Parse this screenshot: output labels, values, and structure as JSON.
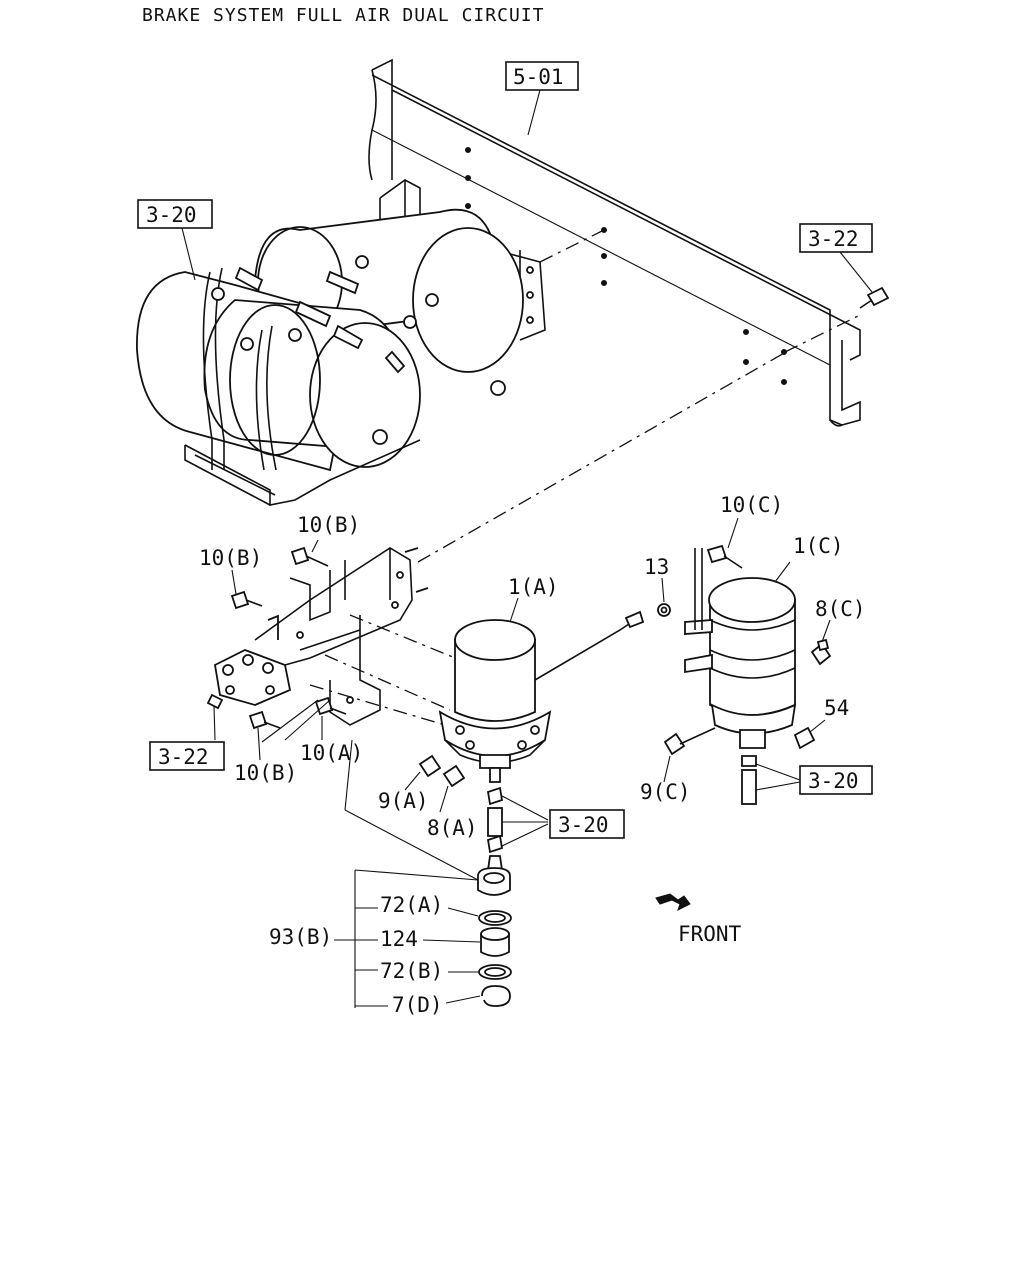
{
  "title": "BRAKE SYSTEM FULL AIR DUAL CIRCUIT",
  "callouts": {
    "ref_5_01": "5-01",
    "ref_3_20_top": "3-20",
    "ref_3_22_right": "3-22",
    "ref_3_22_left": "3-22",
    "ref_3_20_mid": "3-20",
    "ref_3_20_right": "3-20"
  },
  "labels": {
    "p10b_top": "10(B)",
    "p10b_left": "10(B)",
    "p10b_bottom": "10(B)",
    "p10a": "10(A)",
    "p10c": "10(C)",
    "p13": "13",
    "p1a": "1(A)",
    "p1c": "1(C)",
    "p8c": "8(C)",
    "p54": "54",
    "p9c": "9(C)",
    "p9a": "9(A)",
    "p8a": "8(A)",
    "p72a": "72(A)",
    "p93b": "93(B)",
    "p124": "124",
    "p72b": "72(B)",
    "p7d": "7(D)"
  },
  "front_label": "FRONT"
}
